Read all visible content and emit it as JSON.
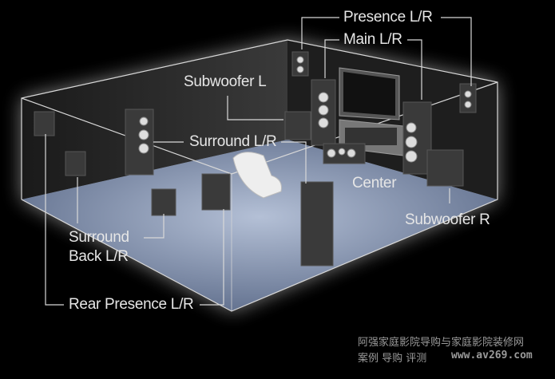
{
  "labels": {
    "presence": "Presence L/R",
    "main": "Main L/R",
    "subwoofer_l": "Subwoofer L",
    "surround": "Surround L/R",
    "center": "Center",
    "subwoofer_r": "Subwoofer R",
    "surround_back_1": "Surround",
    "surround_back_2": "Back L/R",
    "rear_presence": "Rear Presence L/R"
  },
  "watermark": {
    "line1": "阿强家庭影院导购与家庭影院装修网",
    "line2_cn": "案例 导购 评测",
    "line2_url": "www.av269.com"
  },
  "colors": {
    "floor": "#6d7d9c",
    "wall": "#2a2a2a",
    "line": "#d8d8d8",
    "speaker": "#3a3a3a"
  }
}
